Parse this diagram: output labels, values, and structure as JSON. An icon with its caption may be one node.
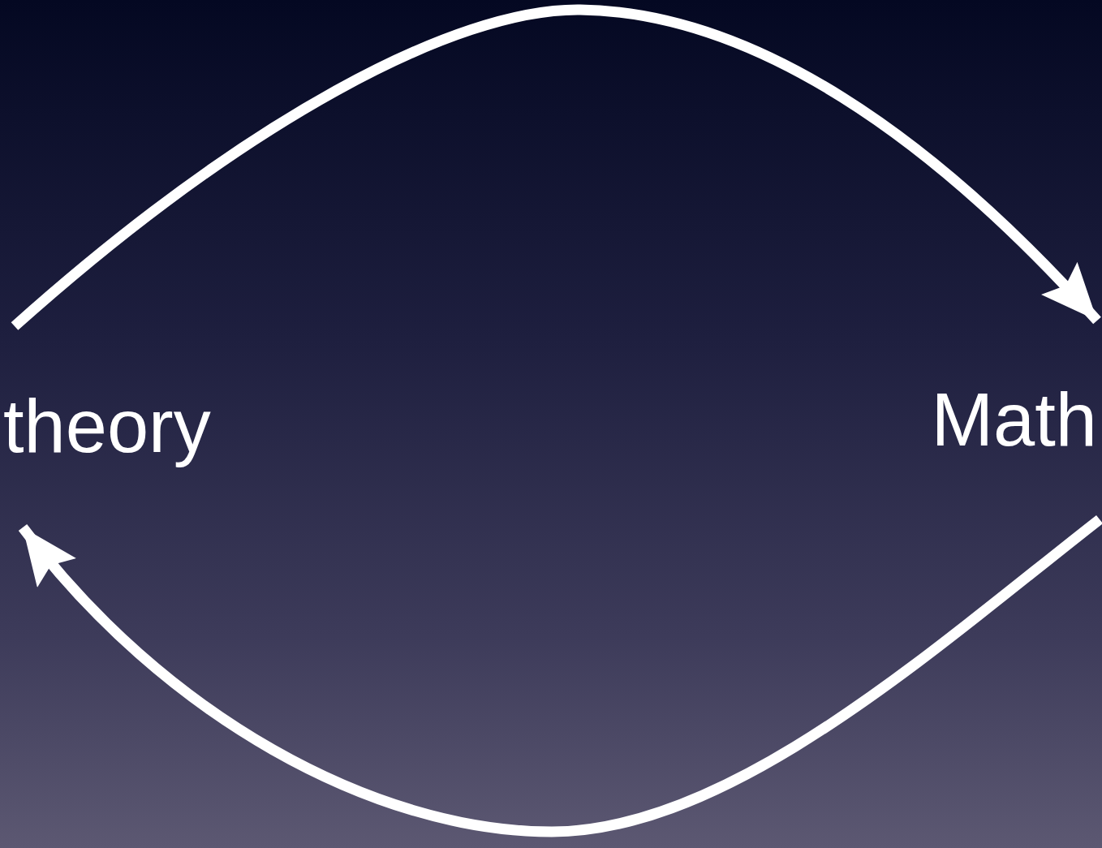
{
  "diagram": {
    "nodes": [
      {
        "text": [
          "theory"
        ]
      },
      {
        "text": [
          "Math"
        ]
      }
    ],
    "edges": [
      {
        "from": 0,
        "to": 1,
        "arrow": "to"
      },
      {
        "from": 1,
        "to": 0,
        "arrow": "to"
      }
    ]
  }
}
